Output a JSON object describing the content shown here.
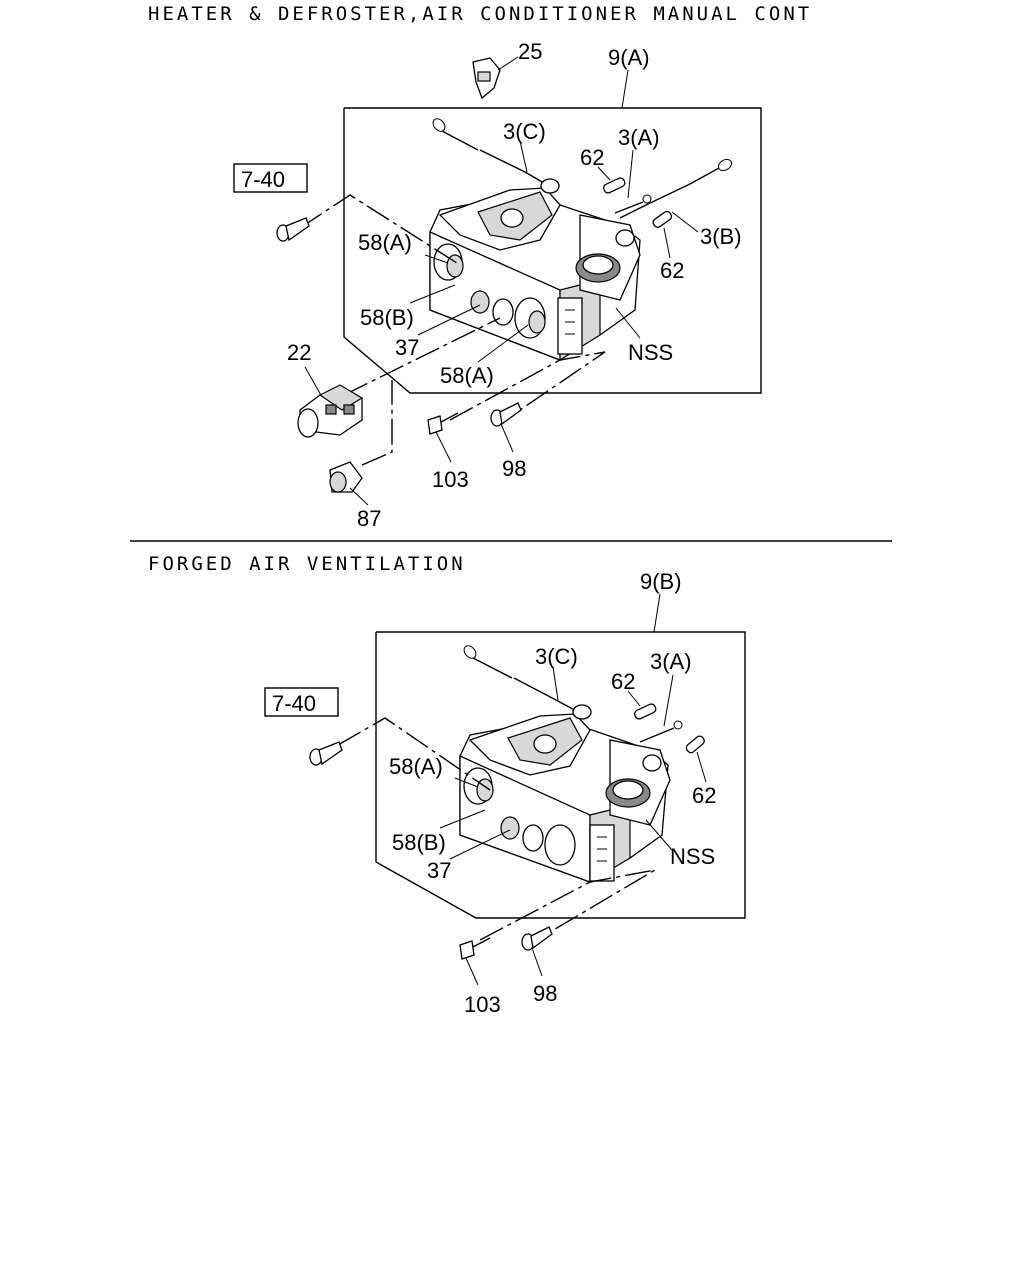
{
  "sections": [
    {
      "title": "HEATER & DEFROSTER,AIR CONDITIONER MANUAL CONT",
      "labels": {
        "p25": "25",
        "p9": "9(A)",
        "p3c": "3(C)",
        "p3a": "3(A)",
        "p62a": "62",
        "p3b": "3(B)",
        "p62b": "62",
        "ref": "7-40",
        "p58a1": "58(A)",
        "p58b": "58(B)",
        "p37": "37",
        "p58a2": "58(A)",
        "nss": "NSS",
        "p22": "22",
        "p103": "103",
        "p98": "98",
        "p87": "87"
      }
    },
    {
      "title": "FORGED AIR VENTILATION",
      "labels": {
        "p9": "9(B)",
        "p3c": "3(C)",
        "p3a": "3(A)",
        "p62a": "62",
        "p62b": "62",
        "ref": "7-40",
        "p58a": "58(A)",
        "p58b": "58(B)",
        "p37": "37",
        "nss": "NSS",
        "p103": "103",
        "p98": "98"
      }
    }
  ]
}
